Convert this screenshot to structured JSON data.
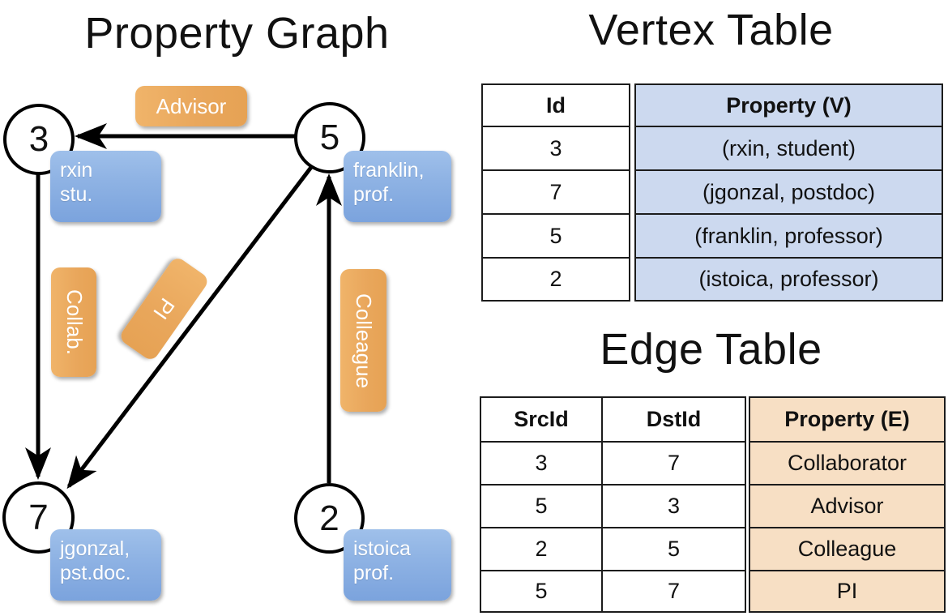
{
  "titles": {
    "property_graph": "Property Graph",
    "vertex_table": "Vertex Table",
    "edge_table": "Edge Table"
  },
  "graph": {
    "vertices": [
      {
        "id": "3",
        "prop_line1": "rxin",
        "prop_line2": "stu."
      },
      {
        "id": "5",
        "prop_line1": "franklin,",
        "prop_line2": "prof."
      },
      {
        "id": "7",
        "prop_line1": "jgonzal,",
        "prop_line2": "pst.doc."
      },
      {
        "id": "2",
        "prop_line1": "istoica",
        "prop_line2": "prof."
      }
    ],
    "edge_labels": [
      {
        "name": "advisor",
        "text": "Advisor"
      },
      {
        "name": "collab",
        "text": "Collab."
      },
      {
        "name": "pi",
        "text": "PI"
      },
      {
        "name": "colleague",
        "text": "Colleague"
      }
    ],
    "edges": [
      {
        "from": "5",
        "to": "3",
        "label": "Advisor"
      },
      {
        "from": "3",
        "to": "7",
        "label": "Collab."
      },
      {
        "from": "5",
        "to": "7",
        "label": "PI"
      },
      {
        "from": "2",
        "to": "5",
        "label": "Colleague"
      }
    ]
  },
  "vertex_table": {
    "headers": [
      "Id",
      "Property (V)"
    ],
    "rows": [
      {
        "id": "3",
        "property": "(rxin, student)"
      },
      {
        "id": "7",
        "property": "(jgonzal, postdoc)"
      },
      {
        "id": "5",
        "property": "(franklin, professor)"
      },
      {
        "id": "2",
        "property": "(istoica, professor)"
      }
    ]
  },
  "edge_table": {
    "headers": [
      "SrcId",
      "DstId",
      "Property (E)"
    ],
    "rows": [
      {
        "src": "3",
        "dst": "7",
        "property": "Collaborator"
      },
      {
        "src": "5",
        "dst": "3",
        "property": "Advisor"
      },
      {
        "src": "2",
        "dst": "5",
        "property": "Colleague"
      },
      {
        "src": "5",
        "dst": "7",
        "property": "PI"
      }
    ]
  },
  "colors": {
    "vertex_property_fill": "#8fb3e4",
    "edge_label_fill": "#e9a75c",
    "vertex_table_fill": "#ccd9ef",
    "edge_table_fill": "#f7dfc4",
    "stroke": "#000000",
    "background": "#ffffff"
  }
}
